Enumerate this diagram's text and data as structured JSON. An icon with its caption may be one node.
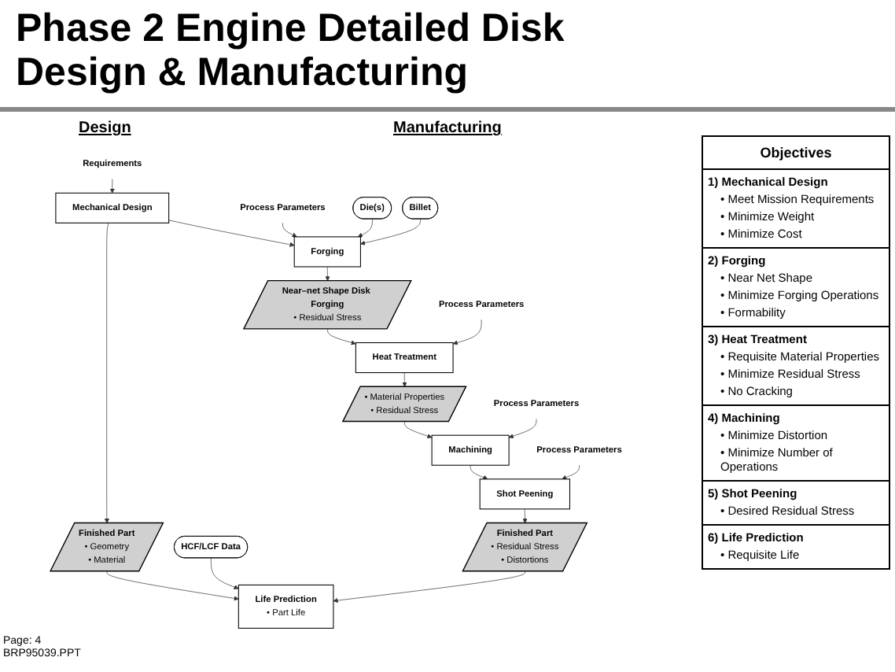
{
  "diagram": {
    "title": "Phase 2 Engine Detailed Disk Design & Manufacturing",
    "nodes": [
      {
        "text": [
          "Requirements"
        ]
      },
      {
        "text": [
          "Mechanical Design"
        ]
      },
      {
        "text": [
          "Finished Part",
          "• Geometry",
          "• Material"
        ]
      },
      {
        "text": [
          "HCF/LCF Data"
        ]
      },
      {
        "text": [
          "Life Prediction",
          "• Part Life"
        ]
      },
      {
        "text": [
          "Process Parameters"
        ]
      },
      {
        "text": [
          "Die(s)"
        ]
      },
      {
        "text": [
          "Billet"
        ]
      },
      {
        "text": [
          "Forging"
        ]
      },
      {
        "text": [
          "Near–net Shape Disk Forging",
          "• Residual Stress"
        ]
      },
      {
        "text": [
          "Process Parameters"
        ]
      },
      {
        "text": [
          "Heat Treatment"
        ]
      },
      {
        "text": [
          "• Material Properties",
          "• Residual Stress"
        ]
      },
      {
        "text": [
          "Machining"
        ]
      },
      {
        "text": [
          "Process Parameters"
        ]
      },
      {
        "text": [
          "Shot Peening"
        ]
      },
      {
        "text": [
          "Process Parameters"
        ]
      },
      {
        "text": [
          "Finished Part",
          "• Residual Stress",
          "• Distortions"
        ]
      }
    ],
    "edges": [
      {
        "from": 0,
        "to": 1,
        "arrow": "to"
      },
      {
        "from": 1,
        "to": 2,
        "arrow": "to"
      },
      {
        "from": 2,
        "to": 4,
        "arrow": "to"
      },
      {
        "from": 3,
        "to": 4,
        "arrow": "to"
      },
      {
        "from": 1,
        "to": 8,
        "arrow": "to"
      },
      {
        "from": 5,
        "to": 8,
        "arrow": "to"
      },
      {
        "from": 6,
        "to": 8,
        "arrow": "to"
      },
      {
        "from": 7,
        "to": 8,
        "arrow": "to"
      },
      {
        "from": 8,
        "to": 9,
        "arrow": "to"
      },
      {
        "from": 9,
        "to": 11,
        "arrow": "to"
      },
      {
        "from": 10,
        "to": 11,
        "arrow": "to"
      },
      {
        "from": 11,
        "to": 12,
        "arrow": "to"
      },
      {
        "from": 12,
        "to": 13,
        "arrow": "to"
      },
      {
        "from": 14,
        "to": 13,
        "arrow": "to"
      },
      {
        "from": 13,
        "to": 15,
        "arrow": "to"
      },
      {
        "from": 16,
        "to": 15,
        "arrow": "to"
      },
      {
        "from": 15,
        "to": 17,
        "arrow": "to"
      },
      {
        "from": 17,
        "to": 4,
        "arrow": "to"
      }
    ],
    "labels": [
      "Design",
      "Manufacturing",
      "Objectives",
      "1) Mechanical Design",
      "• Meet Mission Requirements",
      "• Minimize Weight",
      "• Minimize Cost",
      "2) Forging",
      "• Near Net Shape",
      "• Minimize Forging Operations",
      "• Formability",
      "3) Heat Treatment",
      "• Requisite Material Properties",
      "• Minimize Residual Stress",
      "• No Cracking",
      "4) Machining",
      "• Minimize Distortion",
      "• Minimize Number of Operations",
      "5) Shot Peening",
      "• Desired Residual Stress",
      "6) Life Prediction",
      "• Requisite Life",
      "Page: 4",
      "BRP95039.PPT"
    ]
  }
}
